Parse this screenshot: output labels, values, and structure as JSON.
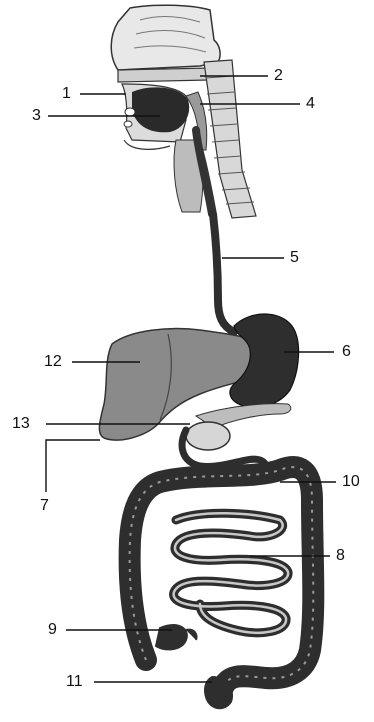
{
  "labels": [
    "1",
    "2",
    "3",
    "4",
    "5",
    "6",
    "7",
    "8",
    "9",
    "10",
    "11",
    "12",
    "13"
  ],
  "colors": {
    "organ_dark": "#2e2e2e",
    "organ_mid": "#8a8a8a",
    "organ_light": "#d6d6d6",
    "line": "#111111"
  }
}
